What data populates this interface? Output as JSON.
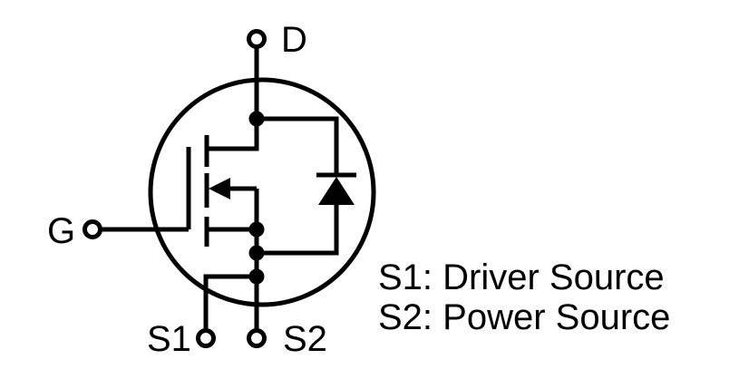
{
  "colors": {
    "ink": "#000000",
    "background": "#ffffff"
  },
  "symbols": {
    "enclosure": "transistor-package-circle",
    "transistor": "n-channel-mosfet-symbol",
    "diode": "body-diode-symbol"
  },
  "terminals": {
    "drain": {
      "label": "D"
    },
    "gate": {
      "label": "G"
    },
    "source1": {
      "label": "S1"
    },
    "source2": {
      "label": "S2"
    }
  },
  "legend": {
    "line1": "S1: Driver Source",
    "line2": "S2: Power Source"
  }
}
